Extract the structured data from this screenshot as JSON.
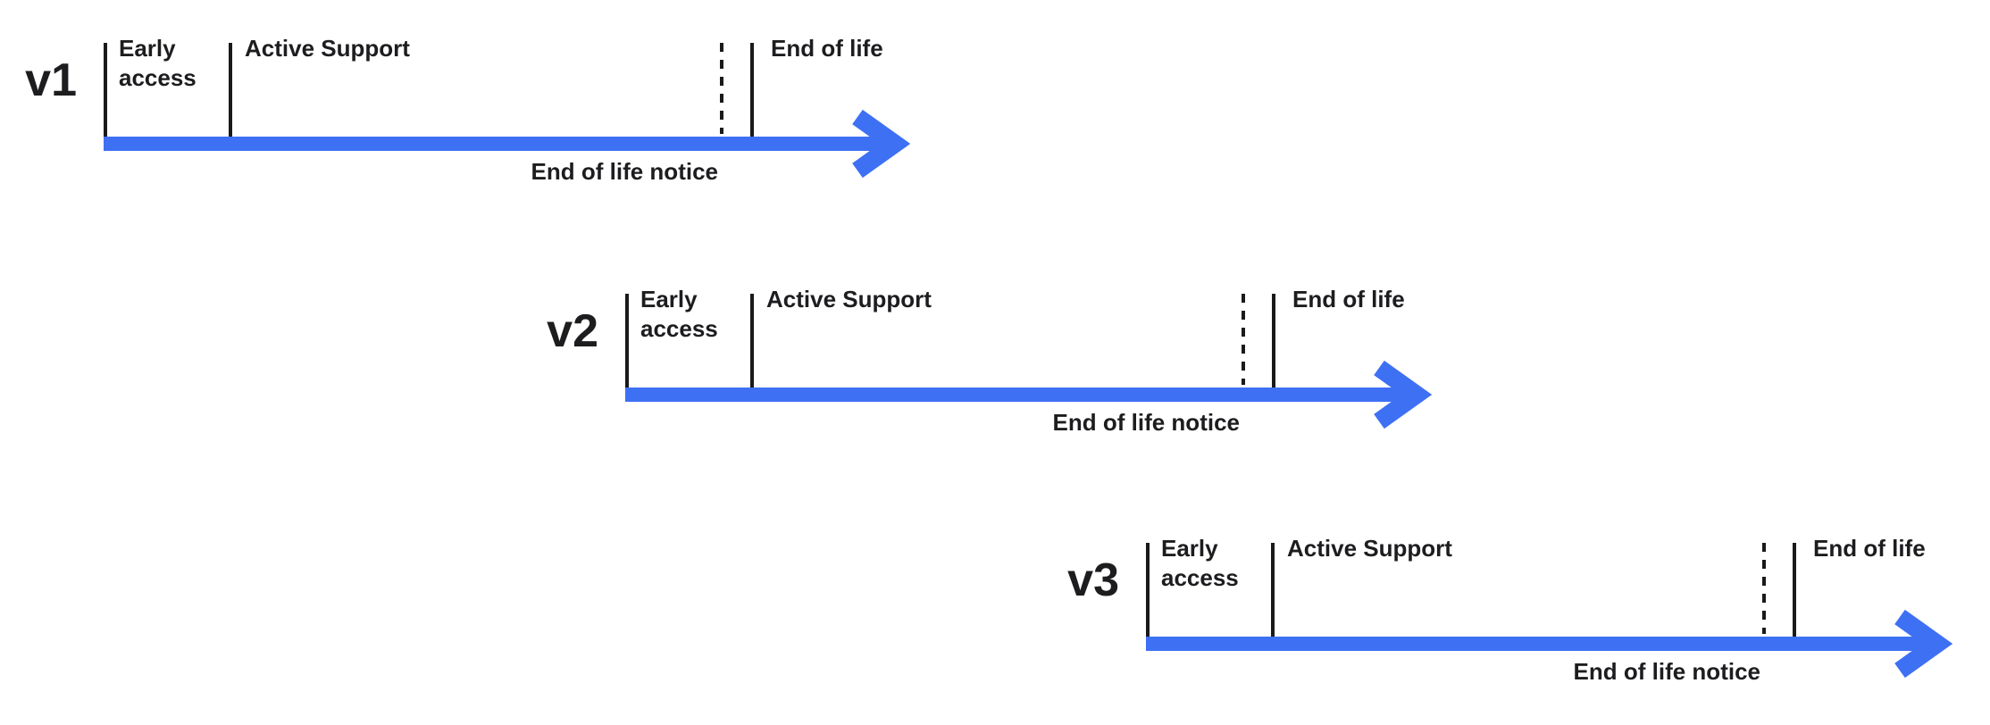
{
  "diagram": {
    "title_semantic": "version-lifecycle-timelines",
    "background": "#ffffff"
  },
  "colors": {
    "arrow_blue": "#3e70f4",
    "line_black": "#1a1a1c",
    "text": "#1d1d20"
  },
  "icons": {
    "timeline_arrow": "arrow-right"
  },
  "labels": {
    "early_access_line1": "Early",
    "early_access_line2": "access",
    "active_support": "Active Support",
    "end_of_life": "End of life",
    "end_of_life_notice": "End of life notice"
  },
  "rows": [
    {
      "version": "v1"
    },
    {
      "version": "v2"
    },
    {
      "version": "v3"
    }
  ]
}
